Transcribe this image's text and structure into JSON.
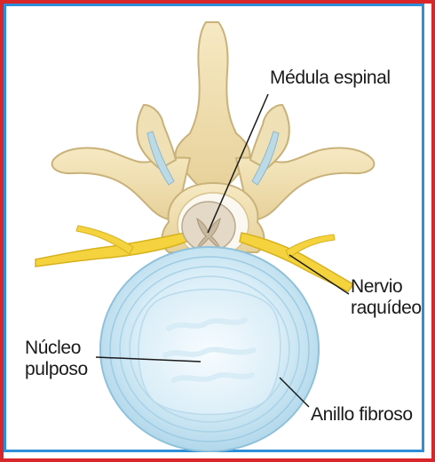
{
  "labels": {
    "spinal_cord": "Médula espinal",
    "spinal_nerve_line1": "Nervio",
    "spinal_nerve_line2": "raquídeo",
    "nucleus_line1": "Núcleo",
    "nucleus_line2": "pulposo",
    "annulus": "Anillo fibroso"
  },
  "colors": {
    "frame_outer": "#d9262b",
    "frame_inner": "#2f8ed8",
    "bone": "#f1e1b4",
    "bone_shadow": "#d8c48d",
    "nerve": "#f4d33f",
    "disc": "#bfe0ef",
    "nucleus": "#e7f4fb",
    "spinal_cord": "#e4d9c6",
    "leader_line": "#1a1a1a"
  }
}
